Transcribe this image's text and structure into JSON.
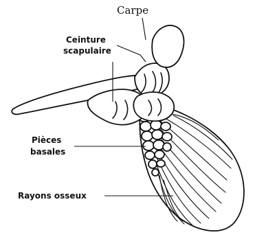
{
  "labels": {
    "carpe": "Carpe",
    "ceinture_line1": "Ceinture",
    "ceinture_line2": "scapulaire",
    "pieces_line1": "Pièces",
    "pieces_line2": "basales",
    "rayons": "Rayons osseux"
  },
  "colors": {
    "ink": "#111111",
    "background": "#ffffff"
  }
}
